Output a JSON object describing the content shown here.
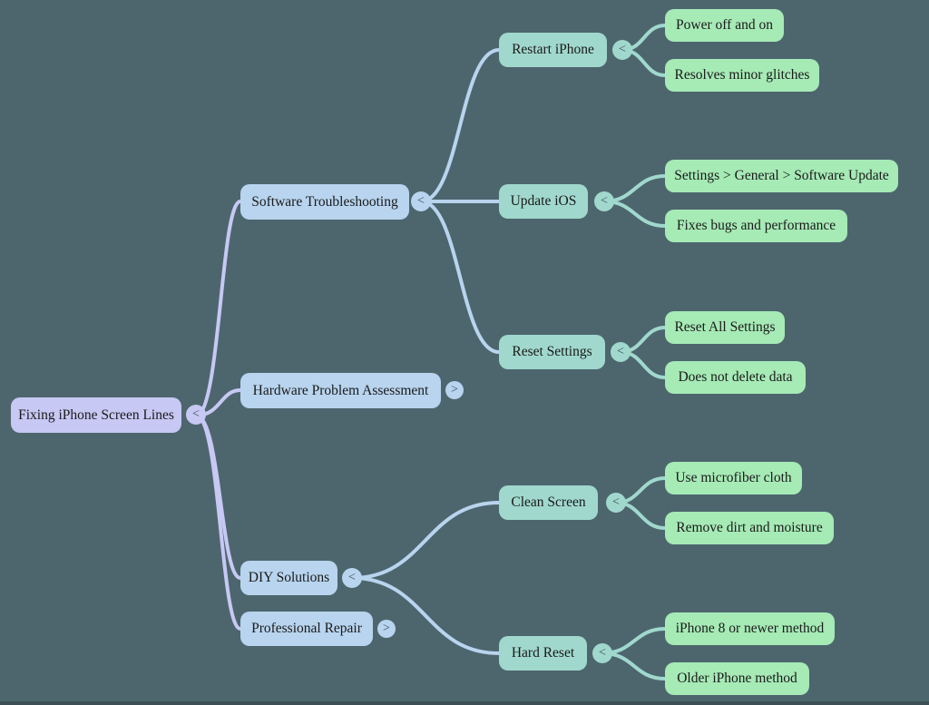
{
  "palette": {
    "background": "#4d666e",
    "root": "#c7c8f3",
    "level1": "#b8d4ee",
    "level2": "#a0d8cd",
    "leaf": "#a6eab6",
    "text": "#1a1a1a",
    "glyph": "#3d4f5a"
  },
  "map": {
    "root": {
      "label": "Fixing iPhone Screen Lines",
      "toggle": "<",
      "children": [
        {
          "label": "Software Troubleshooting",
          "toggle": "<",
          "children": [
            {
              "label": "Restart iPhone",
              "toggle": "<",
              "children": [
                {
                  "label": "Power off and on"
                },
                {
                  "label": "Resolves minor glitches"
                }
              ]
            },
            {
              "label": "Update iOS",
              "toggle": "<",
              "children": [
                {
                  "label": "Settings > General > Software Update"
                },
                {
                  "label": "Fixes bugs and performance"
                }
              ]
            },
            {
              "label": "Reset Settings",
              "toggle": "<",
              "children": [
                {
                  "label": "Reset All Settings"
                },
                {
                  "label": "Does not delete data"
                }
              ]
            }
          ]
        },
        {
          "label": "Hardware Problem Assessment",
          "toggle": ">",
          "children": []
        },
        {
          "label": "DIY Solutions",
          "toggle": "<",
          "children": [
            {
              "label": "Clean Screen",
              "toggle": "<",
              "children": [
                {
                  "label": "Use microfiber cloth"
                },
                {
                  "label": "Remove dirt and moisture"
                }
              ]
            },
            {
              "label": "Hard Reset",
              "toggle": "<",
              "children": [
                {
                  "label": "iPhone 8 or newer method"
                },
                {
                  "label": "Older iPhone method"
                }
              ]
            }
          ]
        },
        {
          "label": "Professional Repair",
          "toggle": ">",
          "children": []
        }
      ]
    }
  }
}
